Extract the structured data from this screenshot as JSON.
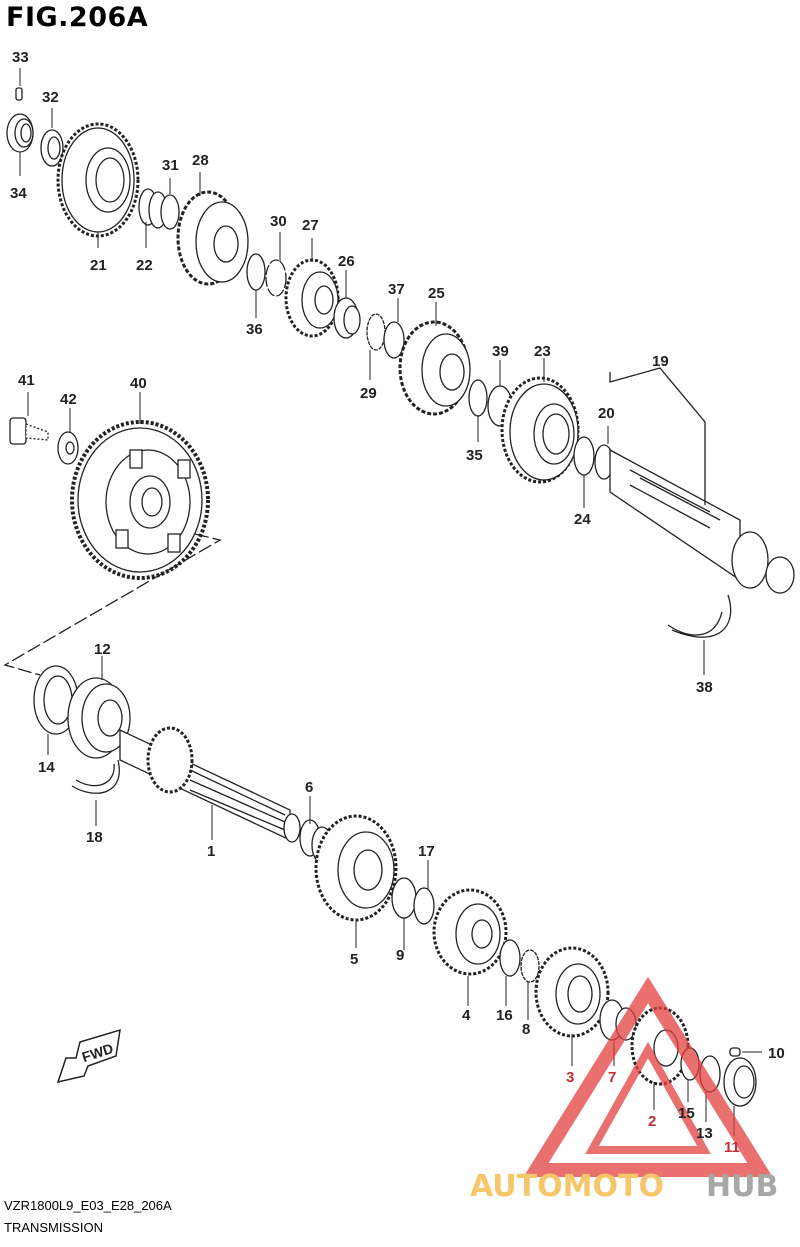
{
  "figure": {
    "title": "FIG.206A",
    "model_code": "VZR1800L9_E03_E28_206A",
    "section": "TRANSMISSION",
    "direction_label": "FWD"
  },
  "watermark": {
    "part1": "AUTOMOTO",
    "part2": "HUB",
    "color1": "#f3b43a",
    "color2": "#8a8a8a",
    "triangle_color": "#e34040"
  },
  "parts": {
    "p1": "1",
    "p2": "2",
    "p3": "3",
    "p4": "4",
    "p5": "5",
    "p6": "6",
    "p7": "7",
    "p8": "8",
    "p9": "9",
    "p10": "10",
    "p11": "11",
    "p12": "12",
    "p13": "13",
    "p14": "14",
    "p15": "15",
    "p16": "16",
    "p17": "17",
    "p18": "18",
    "p19": "19",
    "p20": "20",
    "p21": "21",
    "p22": "22",
    "p23": "23",
    "p24": "24",
    "p25": "25",
    "p26": "26",
    "p27": "27",
    "p28": "28",
    "p29": "29",
    "p30": "30",
    "p31": "31",
    "p32": "32",
    "p33": "33",
    "p34": "34",
    "p35": "35",
    "p36": "36",
    "p37": "37",
    "p38": "38",
    "p39": "39",
    "p40": "40",
    "p41": "41",
    "p42": "42"
  }
}
